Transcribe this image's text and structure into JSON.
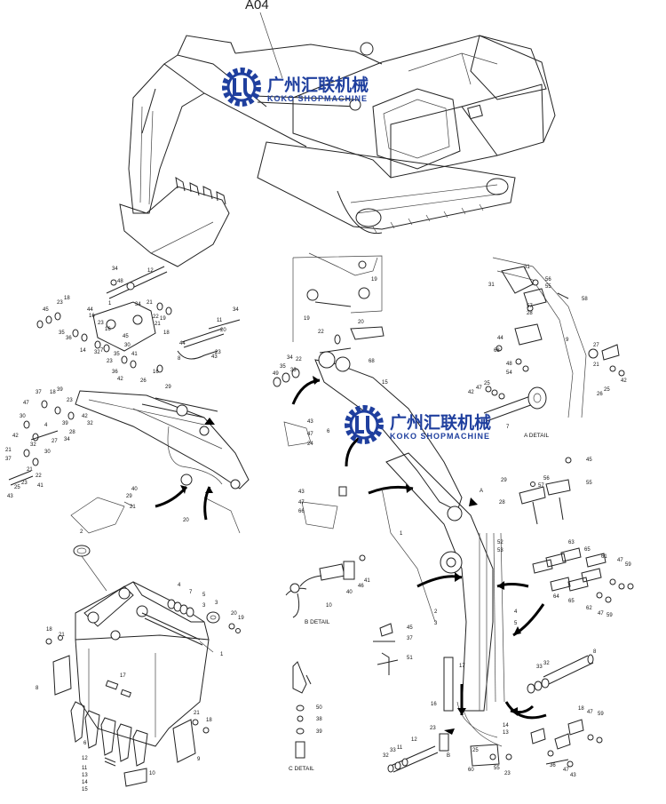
{
  "sheet_code": "A04",
  "watermark": {
    "company_cn": "广州汇联机械",
    "company_en": "KOKO SHOPMACHINE",
    "color": "#1f3f9e"
  },
  "detail_labels": {
    "a": "A DETAIL",
    "b": "B DETAIL",
    "c": "C DETAIL"
  },
  "view_markers": {
    "a": "A",
    "b": "B"
  },
  "callouts": {
    "top_left": [
      "34",
      "12",
      "48",
      "23",
      "18",
      "45",
      "44",
      "1",
      "34",
      "21",
      "22",
      "36",
      "35",
      "16",
      "14",
      "23",
      "16",
      "32",
      "7",
      "35",
      "45",
      "30",
      "23",
      "11",
      "34",
      "21",
      "19",
      "18",
      "20",
      "23",
      "16",
      "29",
      "44",
      "8",
      "43",
      "41",
      "36",
      "42",
      "26",
      "47",
      "37",
      "18",
      "39",
      "23",
      "30",
      "42",
      "4",
      "39",
      "28",
      "42",
      "32",
      "34",
      "21",
      "37",
      "32",
      "30",
      "27",
      "21",
      "22",
      "43",
      "25",
      "23",
      "41",
      "40",
      "29",
      "21",
      "20"
    ],
    "bucket": [
      "2",
      "4",
      "7",
      "5",
      "3",
      "3",
      "20",
      "19",
      "1",
      "18",
      "21",
      "8",
      "17",
      "21",
      "18",
      "9",
      "6",
      "12",
      "11",
      "13",
      "14",
      "15",
      "10"
    ],
    "boom_upper": [
      "19",
      "19",
      "20",
      "22",
      "34",
      "35",
      "49",
      "33",
      "22",
      "68",
      "15",
      "43",
      "47",
      "24",
      "43",
      "47",
      "66"
    ],
    "a_detail": [
      "31",
      "31",
      "56",
      "55",
      "58",
      "57",
      "28",
      "44",
      "9",
      "68",
      "27",
      "21",
      "48",
      "54",
      "42",
      "47",
      "25",
      "26",
      "25",
      "42",
      "7"
    ],
    "right_mid": [
      "29",
      "57",
      "28",
      "56",
      "55",
      "45",
      "63",
      "65",
      "61",
      "47",
      "59",
      "64",
      "62",
      "47",
      "59",
      "65",
      "52",
      "53",
      "2",
      "3",
      "4",
      "5",
      "8",
      "32",
      "33",
      "17",
      "18",
      "47",
      "59",
      "36",
      "47",
      "43",
      "12",
      "33",
      "11",
      "32",
      "16",
      "23",
      "13",
      "14",
      "25",
      "60",
      "55",
      "23"
    ],
    "b_detail": [
      "46",
      "41",
      "40",
      "10"
    ],
    "c_detail": [
      "50",
      "38",
      "39"
    ],
    "boom_lower": [
      "45",
      "37",
      "51",
      "1",
      "6"
    ]
  }
}
